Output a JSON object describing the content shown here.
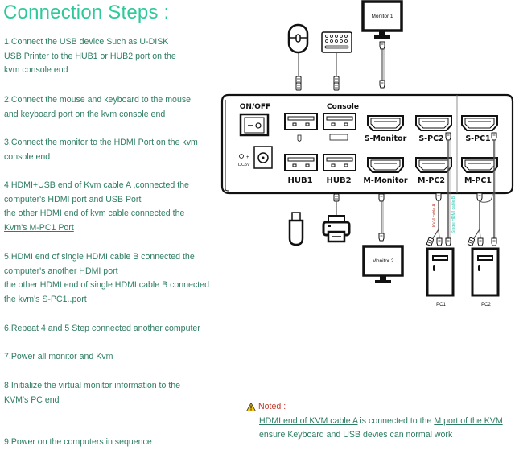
{
  "title": "Connection Steps :",
  "steps": [
    {
      "lines": [
        "1.Connect the USB device Such as U-DISK",
        "USB Printer to the HUB1 or HUB2 port on the",
        "kvm console end"
      ]
    },
    {
      "lines": [
        "2.Connect the mouse and keyboard to the mouse",
        "and keyboard port on the kvm console end"
      ]
    },
    {
      "lines": [
        "3.Connect the monitor to the HDMI Port on the kvm",
        "console end"
      ]
    },
    {
      "lines": [
        "4 HDMI+USB end of Kvm cable A ,connected the",
        "computer's HDMI port and USB Port",
        "the other HDMI end of kvm cable connected the"
      ],
      "underlined": "Kvm's M-PC1 Port"
    },
    {
      "lines": [
        "5.HDMI end of single HDMI cable B connected the",
        "computer's another HDMI port",
        "the other HDMI end of single HDMI cable B connected"
      ],
      "prefix": "the",
      "underlined": " kvm's S-PC1..port "
    },
    {
      "lines": [
        "6.Repeat 4 and 5 Step connected another computer"
      ]
    },
    {
      "lines": [
        "7.Power all monitor and Kvm"
      ]
    },
    {
      "lines": [
        "8 Initialize the virtual monitor information to the",
        "KVM's  PC end"
      ]
    },
    {
      "lines": [
        "9.Power on the computers in sequence"
      ]
    }
  ],
  "note": {
    "header": "Noted :",
    "icon": "warning-icon",
    "line1_part1": "HDMI end of KVM cable A",
    "line1_part2": " is connected to the ",
    "line1_part3": "M port of the KVM",
    "line2": "ensure Keyboard and USB devies can normal work"
  },
  "diagram": {
    "panel": {
      "on_off": "ON/OFF",
      "console": "Console",
      "dc": "DC5V",
      "hub1": "HUB1",
      "hub2": "HUB2",
      "s_monitor": "S-Monitor",
      "m_monitor": "M-Monitor",
      "s_pc2": "S-PC2",
      "m_pc2": "M-PC2",
      "s_pc1": "S-PC1",
      "m_pc1": "M-PC1"
    },
    "monitor1": "Monitor 1",
    "monitor2": "Monitor 2",
    "pc1": "PC1",
    "pc2": "PC2",
    "cable_a": "KVM cable A",
    "cable_b": "Single HDMI cable B",
    "devices": [
      "mouse-icon",
      "keyboard-icon",
      "usb-drive-icon",
      "printer-icon"
    ]
  },
  "colors": {
    "title": "#2ec99a",
    "text": "#2e7d62",
    "note_header": "#c0392b",
    "cable_a": "#c0392b",
    "cable_b": "#2ec9b0"
  }
}
